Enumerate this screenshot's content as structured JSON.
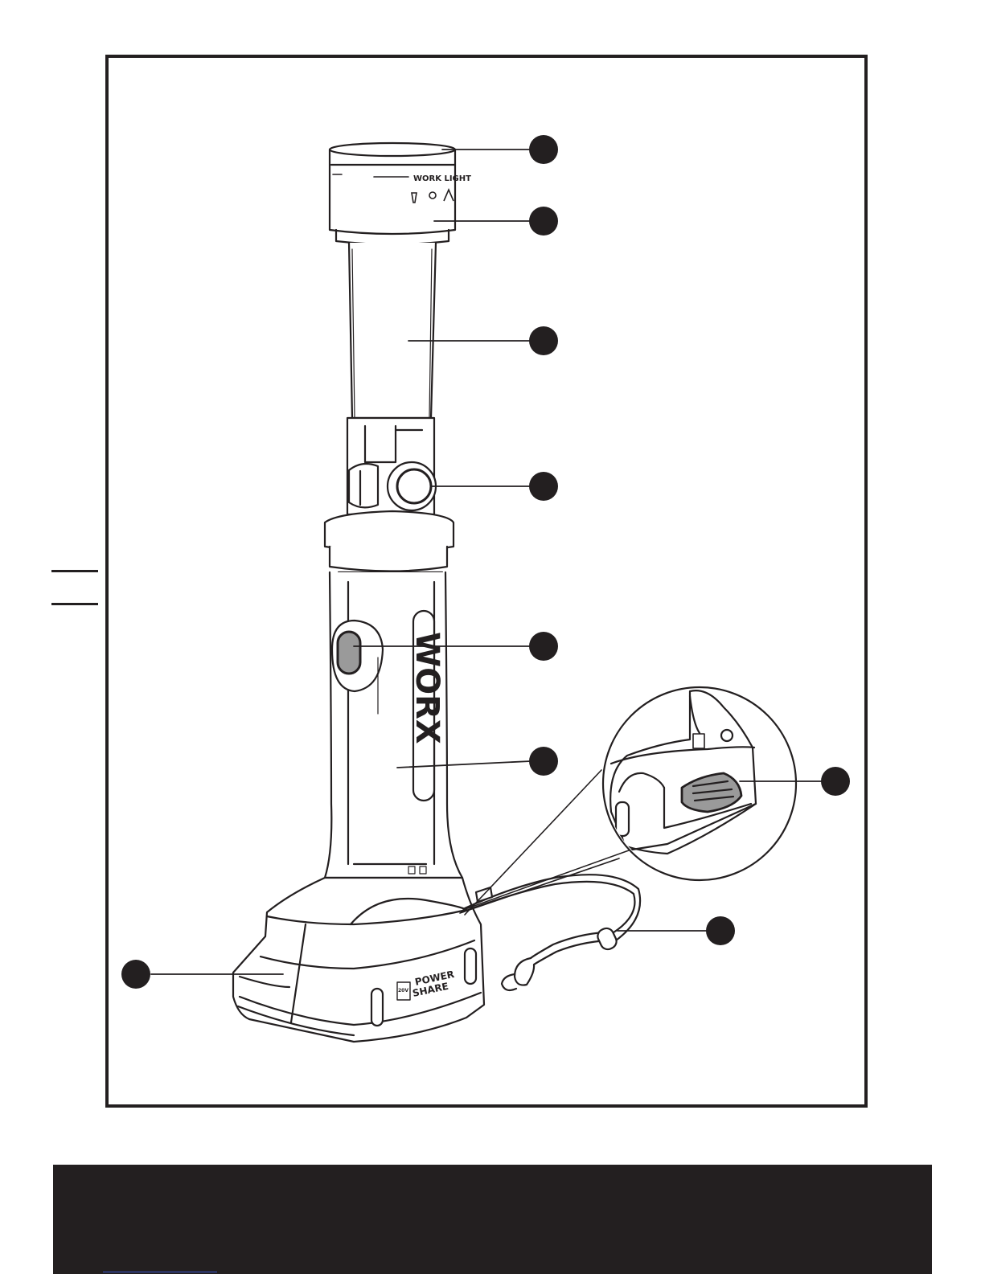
{
  "product": {
    "brand_logo": "WORX",
    "head_label": "WORK LIGHT",
    "battery_label_line1": "POWER",
    "battery_label_line2": "SHARE",
    "battery_badge": "20V"
  },
  "callouts": [
    {
      "target": "lens"
    },
    {
      "target": "mode-selector-ring"
    },
    {
      "target": "telescopic-shaft"
    },
    {
      "target": "pivot-lock-knob"
    },
    {
      "target": "on-off-switch"
    },
    {
      "target": "handle"
    },
    {
      "target": "battery-release-button"
    },
    {
      "target": "lanyard"
    },
    {
      "target": "battery-pack"
    }
  ],
  "colors": {
    "ink": "#231f20",
    "marker": "#231f20",
    "button_gray": "#9a9a9a",
    "footer_band": "#231f20",
    "link_line": "#3a55c8"
  }
}
